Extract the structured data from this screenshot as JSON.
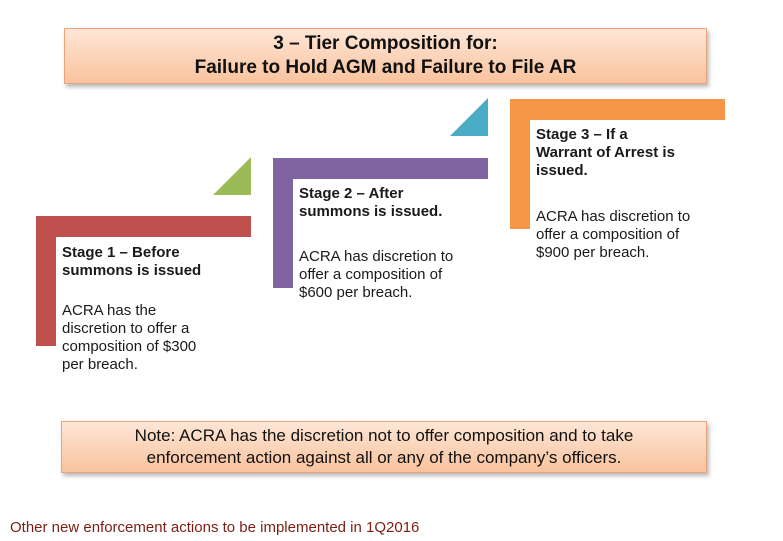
{
  "title": {
    "line1": "3 – Tier Composition for:",
    "line2": "Failure to Hold AGM and Failure to File AR"
  },
  "stages": [
    {
      "heading": [
        "Stage 1 – Before",
        "summons is issued"
      ],
      "body": [
        "ACRA has the",
        "discretion to offer a",
        "composition of $300",
        "per breach."
      ],
      "color": "#c0504d"
    },
    {
      "heading": [
        "Stage 2 – After",
        "summons is issued."
      ],
      "body": [
        "ACRA has discretion to",
        "offer a composition of",
        "$600 per breach."
      ],
      "color": "#8064a2"
    },
    {
      "heading": [
        "Stage 3 – If a",
        "Warrant of Arrest is",
        "issued."
      ],
      "body": [
        "ACRA has discretion to",
        "offer a composition of",
        "$900 per breach."
      ],
      "color": "#f79646"
    }
  ],
  "triangle_colors": [
    "#9bbb59",
    "#4bacc6"
  ],
  "note": {
    "line1": "Note: ACRA has the discretion not to offer composition and to take",
    "line2": "enforcement action against all or any of the company’s officers."
  },
  "footer": "Other new enforcement actions to be implemented in 1Q2016"
}
